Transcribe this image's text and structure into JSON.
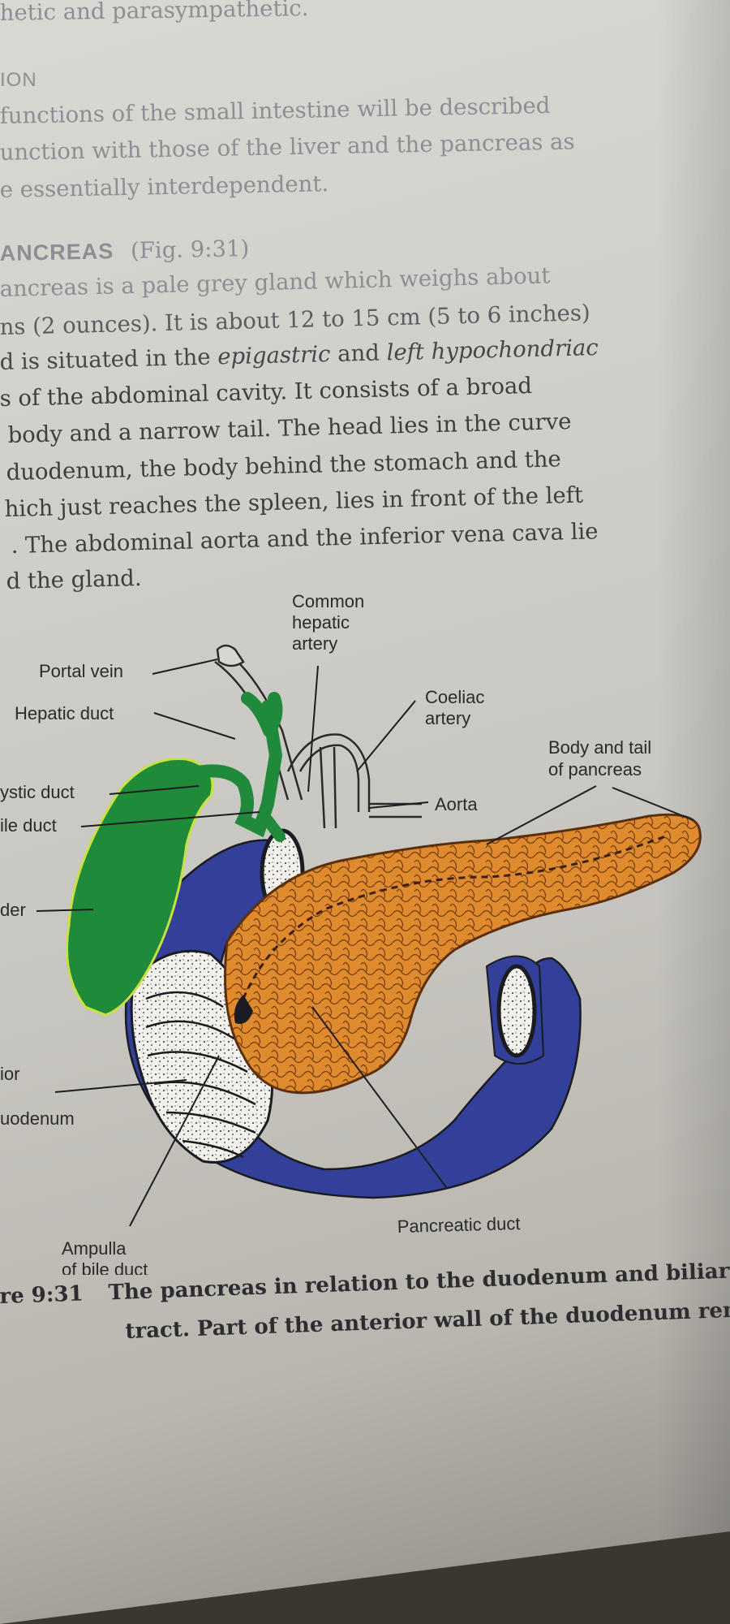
{
  "text_lines": [
    "hetic and parasympathetic.",
    "ION",
    "functions of the small intestine will be described",
    "unction with those of the liver and the pancreas as",
    "e essentially interdependent.",
    "ANCREAS",
    "(Fig. 9:31)",
    "ancreas is a pale grey gland which weighs about",
    "ns (2 ounces). It is about 12 to 15 cm (5 to 6 inches)",
    "d is situated in the",
    "epigastric",
    "and",
    "left hypochondriac",
    "s of the abdominal cavity. It consists of a broad",
    "body and a narrow tail. The head lies in the curve",
    "duodenum, the body behind the stomach and the",
    "hich just reaches the spleen, lies in front of the left",
    ". The abdominal aorta and the inferior vena cava lie",
    "d the gland."
  ],
  "figure": {
    "labels": {
      "common_hepatic_artery": [
        "Common",
        "hepatic",
        "artery"
      ],
      "portal_vein": "Portal vein",
      "hepatic_duct": "Hepatic duct",
      "coeliac_artery": [
        "Coeliac",
        "artery"
      ],
      "body_and_tail": [
        "Body and tail",
        "of pancreas"
      ],
      "cystic_duct": "ystic duct",
      "bile_duct": "ile duct",
      "aorta": "Aorta",
      "gall_bladder": "der",
      "inferior_duodenum": [
        "ior",
        "uodenum"
      ],
      "pancreatic_duct": "Pancreatic duct",
      "ampulla": [
        "Ampulla",
        "of bile duct"
      ]
    },
    "colors": {
      "pancreas": "#e08a2e",
      "duodenum": "#33409a",
      "gall_bladder": "#1f8a3a",
      "outline": "#1b1b22"
    }
  },
  "caption": {
    "number": "re 9:31",
    "line1": "The pancreas in relation to the duodenum and biliary",
    "line2": "tract. Part of the anterior wall of the duodenum remo"
  }
}
